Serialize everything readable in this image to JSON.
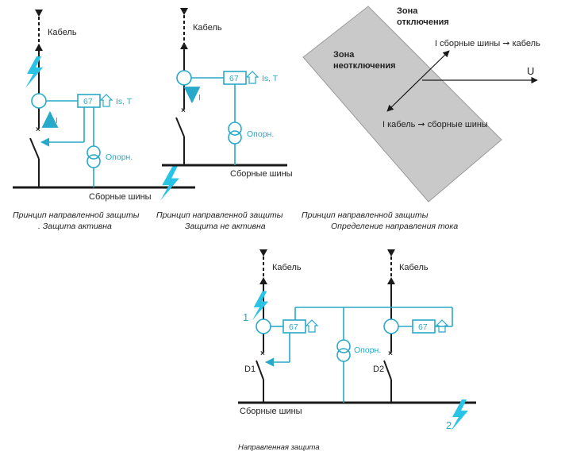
{
  "colors": {
    "cyan": "#29a9c9",
    "black": "#1a1a1a",
    "zone_fill": "#c9c9c9"
  },
  "icons": [
    "lightning-bolt-icon",
    "current-transformer-icon",
    "voltage-transformer-icon",
    "circuit-breaker-icon",
    "arrow-icon"
  ],
  "diagram1": {
    "cable_label": "Кабель",
    "relay_label": "67",
    "setting_label": "Is, T",
    "current_label": "I",
    "reference_label": "Опорн.",
    "busbar_label": "Сборные шины",
    "caption_line1": "Принцип направленной защиты",
    "caption_line2": ". Защита активна"
  },
  "diagram2": {
    "cable_label": "Кабель",
    "relay_label": "67",
    "setting_label": "Is, T",
    "current_label": "I",
    "reference_label": "Опорн.",
    "busbar_label": "Сборные шины",
    "caption_line1": "Принцип направленной защиты",
    "caption_line2": "Защита не активна"
  },
  "diagram3": {
    "trip_zone_line1": "Зона",
    "trip_zone_line2": "отключения",
    "no_trip_zone_line1": "Зона",
    "no_trip_zone_line2": "неотключения",
    "vector_bus_to_cable": "I сборные шины ➞ кабель",
    "vector_voltage": "U",
    "vector_cable_to_bus": "I кабель ➞ сборные шины",
    "caption_line1": "Принцип направленной защиты",
    "caption_line2": "Определение направления тока"
  },
  "diagram4": {
    "cable_left_label": "Кабель",
    "cable_right_label": "Кабель",
    "relay_left_label": "67",
    "relay_right_label": "67",
    "reference_label": "Опорн.",
    "breaker_left_label": "D1",
    "breaker_right_label": "D2",
    "fault1_label": "1",
    "fault2_label": "2",
    "busbar_label": "Сборные шины",
    "caption": "Направленная защита"
  }
}
